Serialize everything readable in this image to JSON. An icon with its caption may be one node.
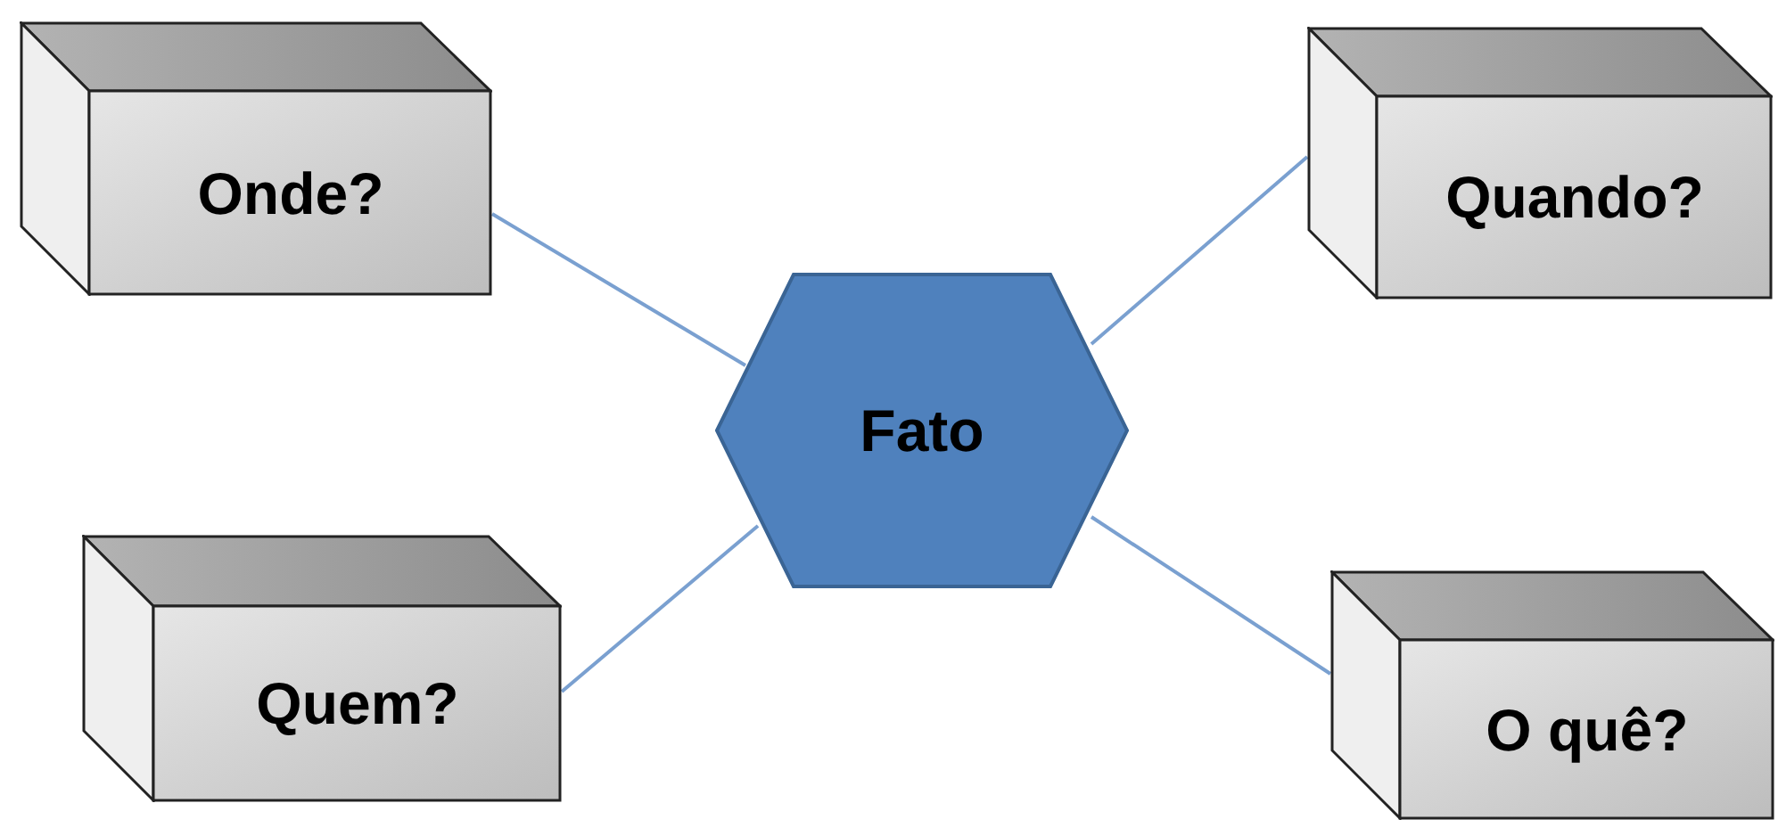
{
  "diagram": {
    "nodes": [
      {
        "text": [
          "Onde?"
        ]
      },
      {
        "text": [
          "Quando?"
        ]
      },
      {
        "text": [
          "Fato"
        ]
      },
      {
        "text": [
          "Quem?"
        ]
      },
      {
        "text": [
          "O quê?"
        ]
      }
    ],
    "edges": [
      {
        "from": 2,
        "to": 0,
        "arrow": "none"
      },
      {
        "from": 2,
        "to": 1,
        "arrow": "none"
      },
      {
        "from": 2,
        "to": 3,
        "arrow": "none"
      },
      {
        "from": 2,
        "to": 4,
        "arrow": "none"
      }
    ]
  }
}
